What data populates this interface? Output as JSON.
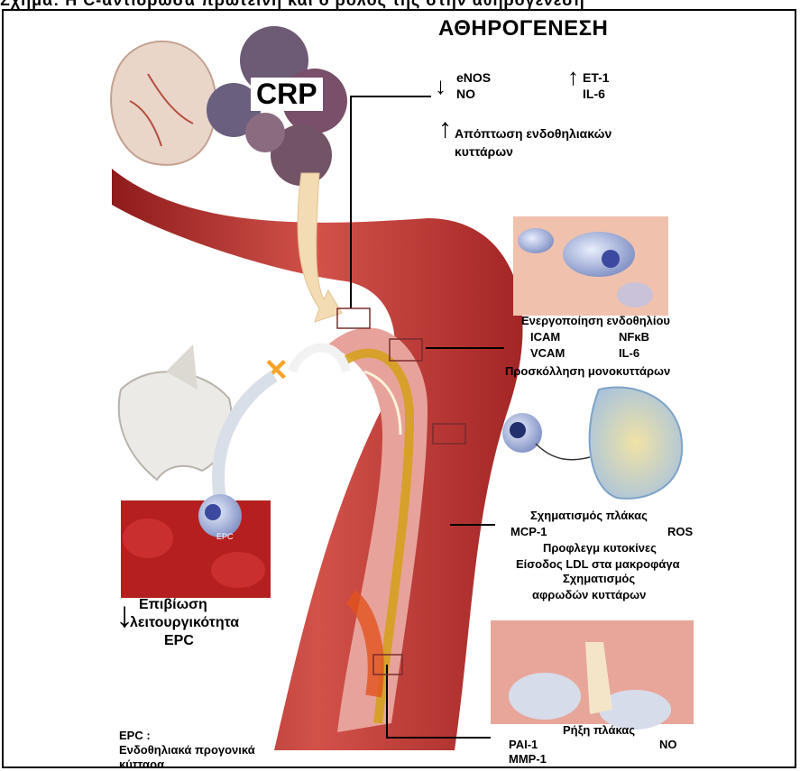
{
  "top_clipped_line": "Σχήμα: Η C-αντιδρώσα πρωτεΐνη και ο ρόλος της στην αθηρογένεση",
  "title": "ΑΘΗΡΟΓΕΝΕΣΗ",
  "crp_label": "CRP",
  "endothelium_top": {
    "left": [
      "eNOS",
      "NO"
    ],
    "right": [
      "ET-1",
      "IL-6"
    ],
    "apoptosis": [
      "Απόπτωση ενδοθηλιακών",
      "κυττάρων"
    ]
  },
  "activation": {
    "title": "Ενεργοποίηση ενδοθηλίου",
    "row1": [
      "ICAM",
      "NFκB"
    ],
    "row2": [
      "VCAM",
      "IL-6"
    ],
    "footer": "Προσκόλληση μονοκυττάρων"
  },
  "plaque": {
    "title": "Σχηματισμός πλάκας",
    "row": [
      "MCP-1",
      "ROS"
    ],
    "lines": [
      "Προφλεγμ κυτοκίνες",
      "Είσοδος LDL στα μακροφάγα",
      "Σχηματισμός",
      "αφρωδών κυττάρων"
    ]
  },
  "rupture": {
    "title": "Ρήξη πλάκας",
    "row": [
      "PAI-1",
      "NO"
    ],
    "extra": "MMP-1"
  },
  "epc": {
    "cell_label": "EPC",
    "survival": [
      "Επιβίωση",
      "λειτουργικότητα",
      "EPC"
    ],
    "definition": [
      "EPC :",
      "Ενδοθηλιακά προγονικά",
      "κύτταρα"
    ]
  },
  "colors": {
    "vessel_outer": "#c0392b",
    "vessel_inner": "#e8a0a0",
    "plaque": "#d4a017",
    "arrow_light": "#f3dcb4",
    "epc_bg": "#b51f1f"
  }
}
